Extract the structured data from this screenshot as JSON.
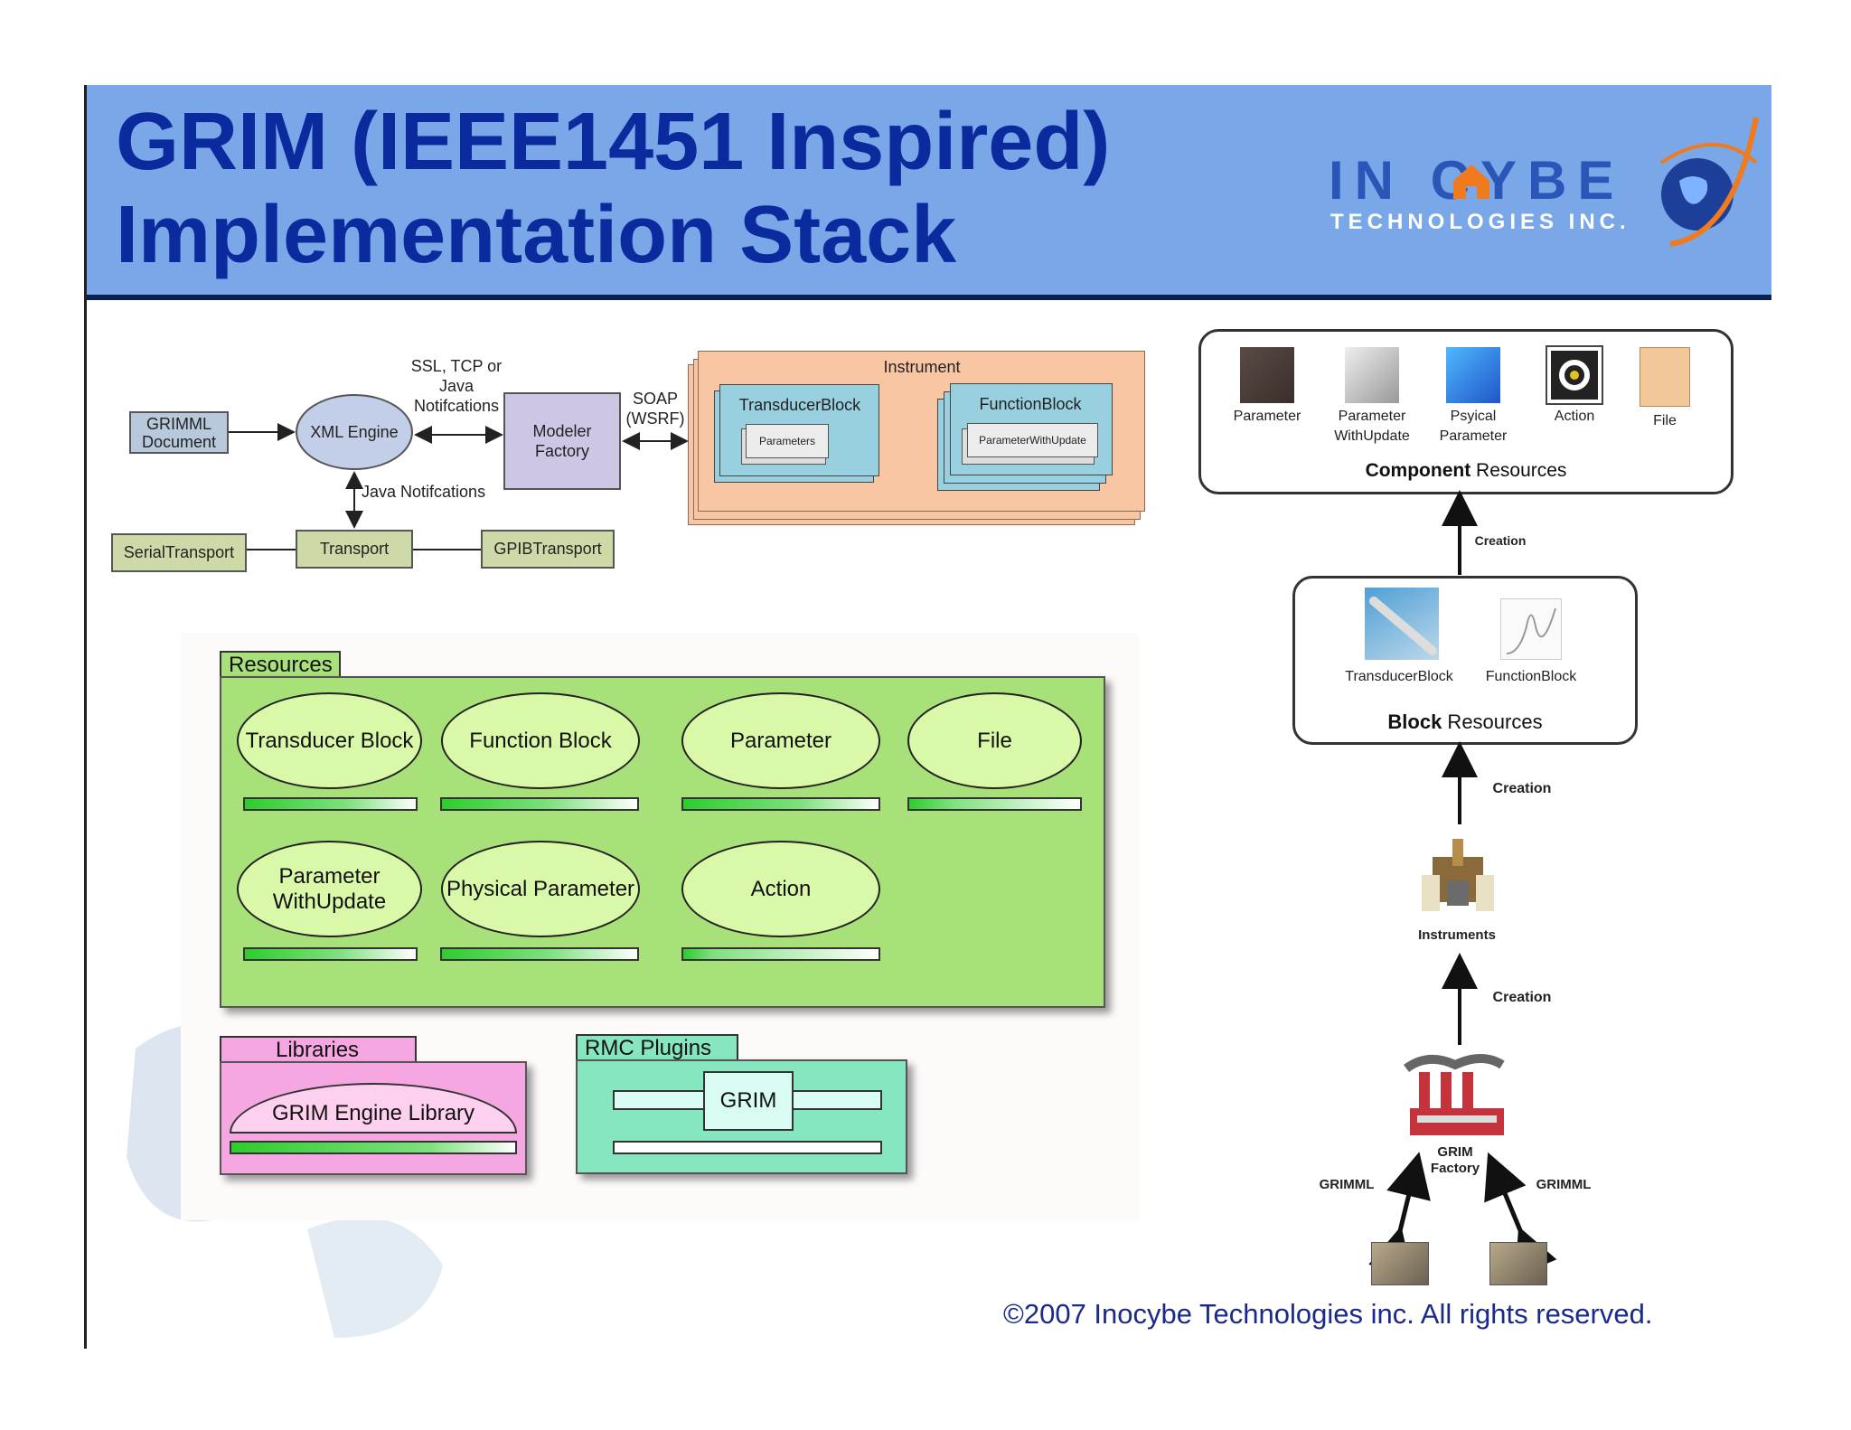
{
  "title": {
    "line1": "GRIM (IEEE1451 Inspired)",
    "line2": "Implementation Stack"
  },
  "logo": {
    "main": "IN CYBE",
    "sub": "TECHNOLOGIES INC."
  },
  "stack": {
    "grimml_document": "GRIMML Document",
    "xml_engine": "XML Engine",
    "ssl_label": "SSL, TCP or Java Notifcations",
    "modeler_factory": "Modeler Factory",
    "soap_label": "SOAP (WSRF)",
    "java_notif": "Java Notifcations",
    "serial": "SerialTransport",
    "transport": "Transport",
    "gpib": "GPIBTransport",
    "instrument": "Instrument",
    "transducer_block": "TransducerBlock",
    "parameters": "Parameters",
    "function_block": "FunctionBlock",
    "parameter_with_update": "ParameterWithUpdate"
  },
  "resources": {
    "tab": "Resources",
    "ovals": [
      {
        "label": "Transducer Block",
        "fill": 0.6
      },
      {
        "label": "Function Block",
        "fill": 0.55
      },
      {
        "label": "Parameter",
        "fill": 0.6
      },
      {
        "label": "File",
        "fill": 0.25
      },
      {
        "label": "Parameter WithUpdate",
        "fill": 0.55
      },
      {
        "label": "Physical Parameter",
        "fill": 0.55
      },
      {
        "label": "Action",
        "fill": 0.15
      }
    ]
  },
  "libraries": {
    "tab": "Libraries",
    "engine": "GRIM Engine Library",
    "fill": 0.7
  },
  "rmc": {
    "tab": "RMC Plugins",
    "grim": "GRIM"
  },
  "component": {
    "items": [
      "Parameter",
      "Parameter WithUpdate",
      "Psyical Parameter",
      "Action",
      "File"
    ],
    "title_bold": "Component",
    "title_rest": " Resources"
  },
  "block": {
    "items": [
      "TransducerBlock",
      "FunctionBlock"
    ],
    "title_bold": "Block",
    "title_rest": " Resources"
  },
  "flow": {
    "creation1": "Creation",
    "creation2": "Creation",
    "instruments": "Instruments",
    "creation3": "Creation",
    "factory": "GRIM Factory",
    "grimml_left": "GRIMML",
    "grimml_right": "GRIMML"
  },
  "copyright": "©2007 Inocybe Technologies inc. All rights reserved.",
  "colors": {
    "header": "#7aa7e8",
    "title": "#0a2a9e",
    "resources_panel": "#a8e07a",
    "libraries": "#f6a6e0",
    "rmc": "#86e6bf",
    "instrument": "#f9c6a4",
    "block": "#99d0e0"
  }
}
